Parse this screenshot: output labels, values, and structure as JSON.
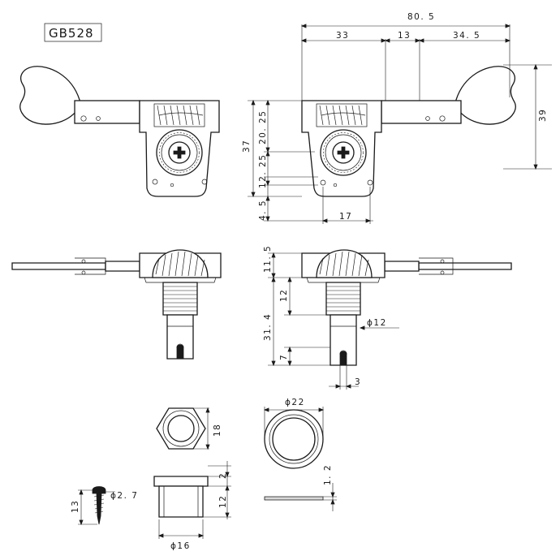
{
  "model": {
    "label": "GB528"
  },
  "dimensions": {
    "overall_width": "80. 5",
    "seg_a": "33",
    "seg_b": "13",
    "seg_c": "34. 5",
    "height_39": "39",
    "height_37": "37",
    "v_20_25": "20. 25",
    "v_12_25": "12. 25",
    "v_4_5": "4. 5",
    "h_17": "17",
    "v_11_5": "11. 5",
    "v_12": "12",
    "v_31_4": "31. 4",
    "v_7": "7",
    "phi_12": "ϕ12",
    "w_3": "3",
    "h_18": "18",
    "phi_22": "ϕ22",
    "v_2": "2",
    "v_12b": "12",
    "v_1_2": "1. 2",
    "phi_16": "ϕ16",
    "phi_2_7": "ϕ2. 7",
    "v_13": "13"
  }
}
